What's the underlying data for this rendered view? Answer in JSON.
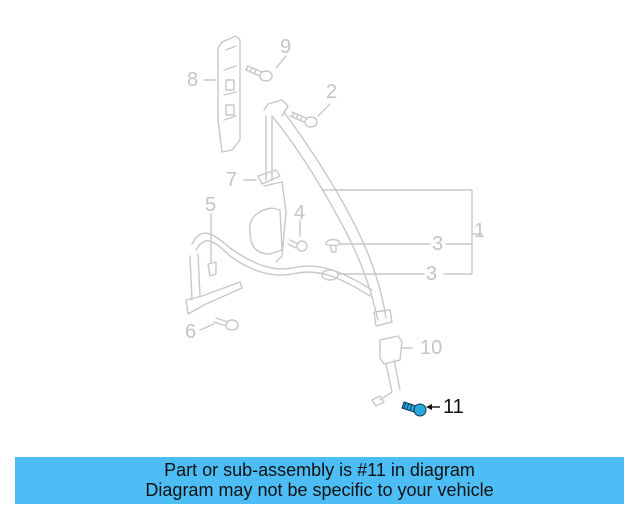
{
  "diagram": {
    "callouts": [
      {
        "id": "1",
        "label": "1"
      },
      {
        "id": "2",
        "label": "2"
      },
      {
        "id": "3a",
        "label": "3"
      },
      {
        "id": "3b",
        "label": "3"
      },
      {
        "id": "4",
        "label": "4"
      },
      {
        "id": "5",
        "label": "5"
      },
      {
        "id": "6",
        "label": "6"
      },
      {
        "id": "7",
        "label": "7"
      },
      {
        "id": "8",
        "label": "8"
      },
      {
        "id": "9",
        "label": "9"
      },
      {
        "id": "10",
        "label": "10"
      },
      {
        "id": "11",
        "label": "11"
      }
    ],
    "highlighted_part": "11",
    "colors": {
      "line": "#c8c8c8",
      "highlight": "#2aa8e0",
      "banner": "#4dbdf5"
    }
  },
  "banner": {
    "line1": "Part or sub-assembly is #11 in diagram",
    "line2": "Diagram may not be specific to your vehicle"
  }
}
